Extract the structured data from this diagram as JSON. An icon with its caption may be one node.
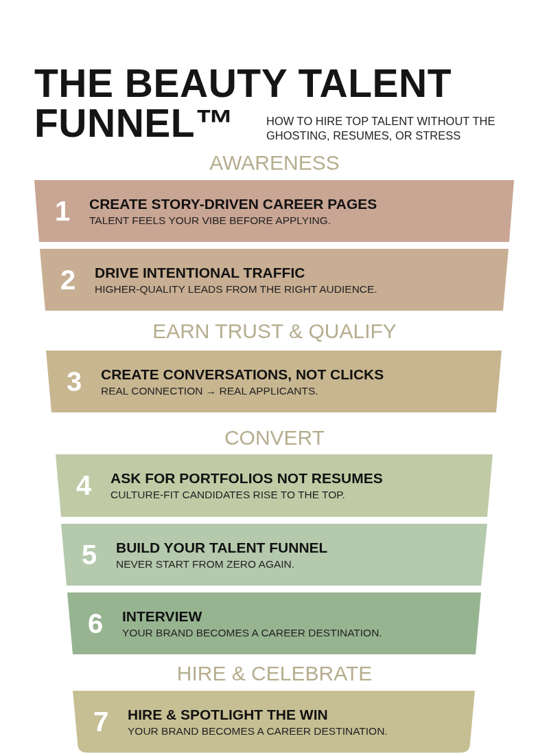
{
  "diagram": {
    "title": "THE BEAUTY TALENT FUNNEL™",
    "nodes": [
      {
        "text": [
          "1",
          "CREATE STORY-DRIVEN CAREER PAGES",
          "TALENT FEELS YOUR VIBE BEFORE APPLYING."
        ]
      },
      {
        "text": [
          "2",
          "DRIVE INTENTIONAL TRAFFIC",
          "HIGHER-QUALITY LEADS FROM THE RIGHT AUDIENCE."
        ]
      },
      {
        "text": [
          "3",
          "CREATE CONVERSATIONS, NOT CLICKS",
          "REAL CONNECTION → REAL APPLICANTS."
        ]
      },
      {
        "text": [
          "4",
          "ASK FOR PORTFOLIOS NOT RESUMES",
          "CULTURE-FIT CANDIDATES RISE TO THE TOP."
        ]
      },
      {
        "text": [
          "5",
          "BUILD YOUR TALENT FUNNEL",
          "NEVER START FROM ZERO AGAIN."
        ]
      },
      {
        "text": [
          "6",
          "INTERVIEW",
          "YOUR BRAND BECOMES A CAREER DESTINATION."
        ]
      },
      {
        "text": [
          "7",
          "HIRE & SPOTLIGHT THE WIN",
          "YOUR BRAND BECOMES A CAREER DESTINATION."
        ]
      }
    ],
    "labels": [
      "HOW TO HIRE TOP TALENT WITHOUT THE GHOSTING, RESUMES, OR STRESS",
      "AWARENESS",
      "EARN TRUST & QUALIFY",
      "CONVERT",
      "HIRE & CELEBRATE"
    ]
  }
}
